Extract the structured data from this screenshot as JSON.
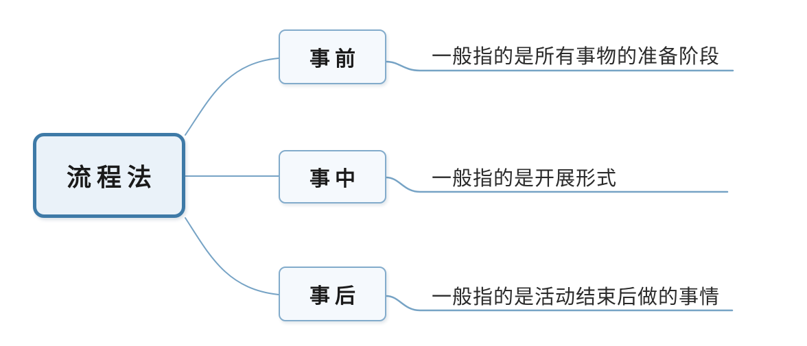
{
  "diagram": {
    "type": "mindmap",
    "root": {
      "label": "流程法"
    },
    "branches": [
      {
        "label": "事前",
        "description": "一般指的是所有事物的准备阶段"
      },
      {
        "label": "事中",
        "description": "一般指的是开展形式"
      },
      {
        "label": "事后",
        "description": "一般指的是活动结束后做的事情"
      }
    ]
  },
  "colors": {
    "root_border": "#3e7aa7",
    "root_fill": "#eaf2f9",
    "child_border": "#82abcb",
    "child_fill": "#f5f9fd",
    "connector": "#76a3c5",
    "node_text": "#1a1a1a",
    "desc_text": "#2a2a2a"
  }
}
